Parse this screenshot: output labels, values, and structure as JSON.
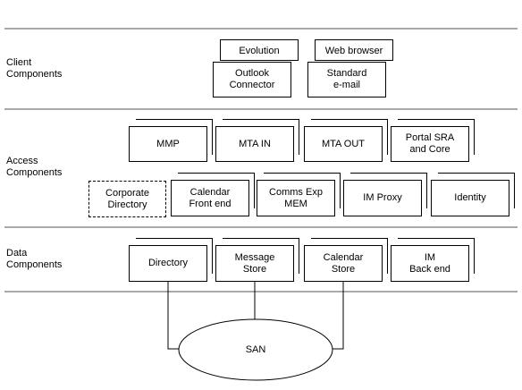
{
  "tiers": {
    "client": "Client\nComponents",
    "access": "Access\nComponents",
    "data": "Data\nComponents"
  },
  "client": {
    "evolution": "Evolution",
    "outlook_connector": "Outlook\nConnector",
    "web_browser": "Web browser",
    "standard_email": "Standard\ne-mail"
  },
  "access": {
    "mmp": "MMP",
    "mta_in": "MTA IN",
    "mta_out": "MTA OUT",
    "portal_sra": "Portal SRA\nand Core",
    "corporate_directory": "Corporate\nDirectory",
    "calendar_front_end": "Calendar\nFront end",
    "comms_exp_mem": "Comms Exp\nMEM",
    "im_proxy": "IM Proxy",
    "identity": "Identity"
  },
  "data": {
    "directory": "Directory",
    "message_store": "Message\nStore",
    "calendar_store": "Calendar\nStore",
    "im_back_end": "IM\nBack end"
  },
  "storage": {
    "san": "SAN"
  }
}
